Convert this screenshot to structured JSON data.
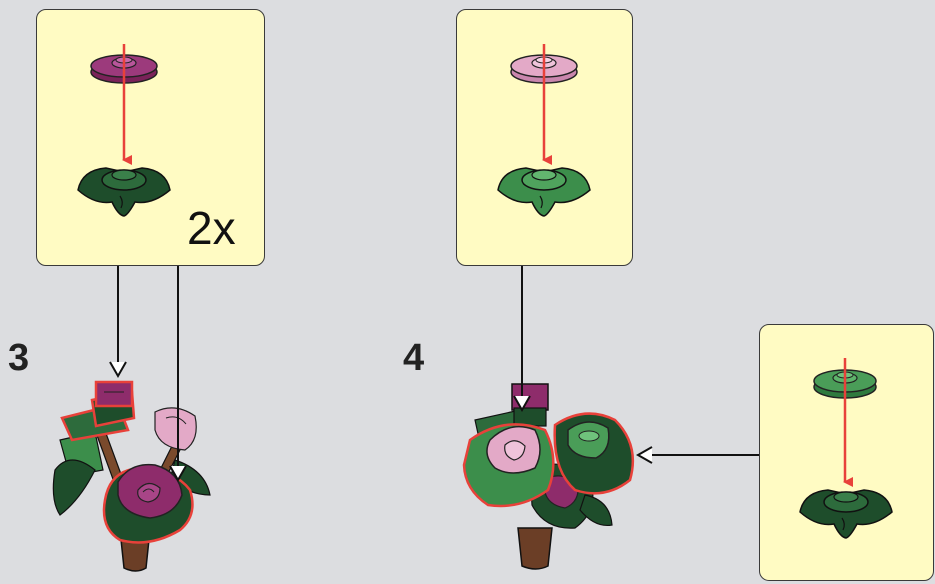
{
  "steps": [
    {
      "number": "3",
      "callout_multiplier": "2x"
    },
    {
      "number": "4"
    }
  ],
  "colors": {
    "background": "#dcdde0",
    "callout_fill": "#fffbc3",
    "arrow_red": "#e8413a",
    "flower_magenta": "#8e2c6b",
    "flower_pink": "#e3a9c7",
    "leaf_dark_green": "#1e4d2b",
    "leaf_green": "#3c8e4b",
    "stem_brown": "#6b3e26"
  }
}
